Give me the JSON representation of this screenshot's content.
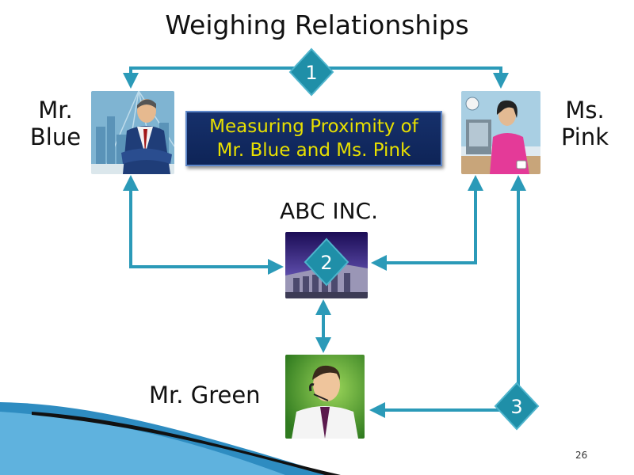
{
  "title": "Weighing Relationships",
  "people": {
    "blue": "Mr.\nBlue",
    "pink": "Ms.\nPink",
    "green": "Mr. Green"
  },
  "company": "ABC INC.",
  "center_box": "Measuring Proximity of\nMr. Blue and Ms. Pink",
  "markers": [
    "1",
    "2",
    "3"
  ],
  "page_number": "26",
  "colors": {
    "connector": "#2b9ab8",
    "marker_fill": "#1f8fa8",
    "box_fill": "#16306b",
    "box_text": "#e8e000"
  }
}
